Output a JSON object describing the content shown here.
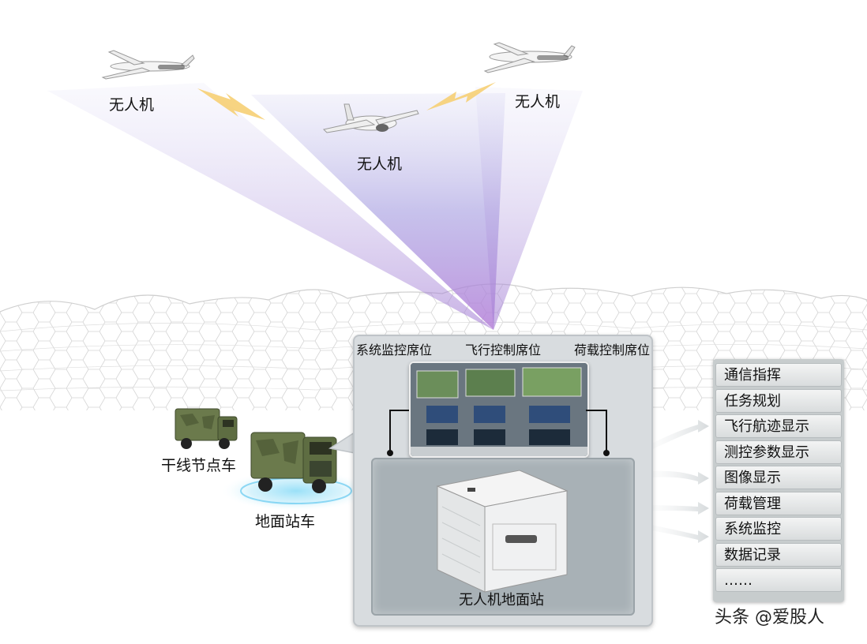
{
  "uavs": [
    {
      "label": "无人机"
    },
    {
      "label": "无人机"
    },
    {
      "label": "无人机"
    }
  ],
  "vehicles": {
    "trunk_node": "干线节点车",
    "ground_station": "地面站车"
  },
  "station": {
    "seats": [
      "系统监控席位",
      "飞行控制席位",
      "荷载控制席位"
    ],
    "ground_station_label": "无人机地面站"
  },
  "functions": [
    "通信指挥",
    "任务规划",
    "飞行航迹显示",
    "测控参数显示",
    "图像显示",
    "荷载管理",
    "系统监控",
    "数据记录",
    "……"
  ],
  "watermark": "头条 @爱股人",
  "colors": {
    "beam": "#8c80d8",
    "lightning": "#f5c96a",
    "camo": "#5d6b45",
    "panel": "#d8dcdf",
    "list_bg": "#c7cccd"
  }
}
